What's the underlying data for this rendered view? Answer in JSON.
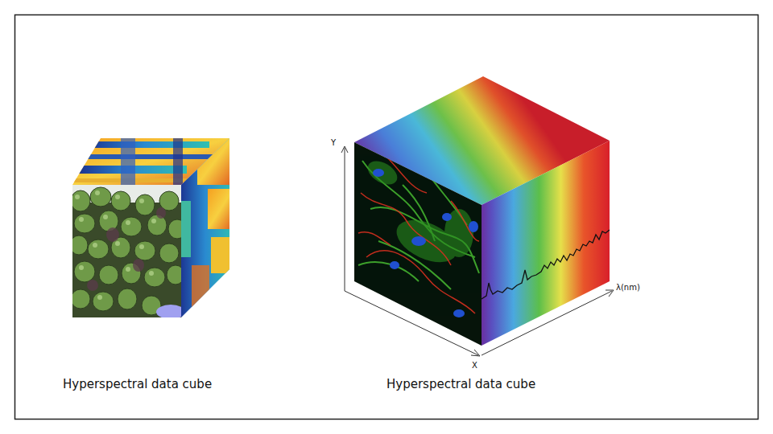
{
  "diagram": {
    "labels": [
      "Hyperspectral data cube",
      "Hyperspectral data cube",
      "Y",
      "X",
      "λ(nm)"
    ]
  }
}
